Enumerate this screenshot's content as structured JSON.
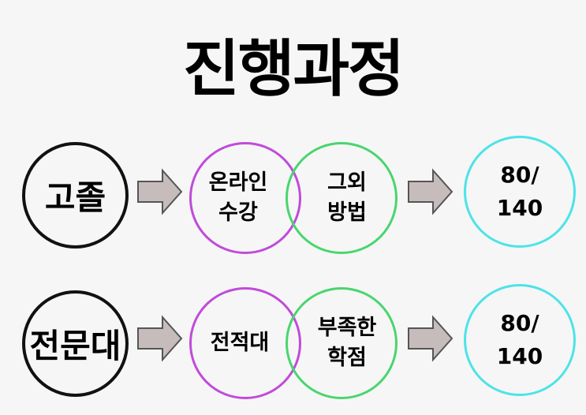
{
  "title": "진행과정",
  "rows": [
    {
      "start": "고졸",
      "left": "온라인\n수강",
      "right": "그외\n방법",
      "result": "80/\n140"
    },
    {
      "start": "전문대",
      "left": "전적대",
      "right": "부족한\n학점",
      "result": "80/\n140"
    }
  ],
  "colors": {
    "start": "#111111",
    "left": "#c04bd9",
    "right": "#49d56f",
    "result": "#4de3e8",
    "arrow": "#c7bcbc"
  }
}
